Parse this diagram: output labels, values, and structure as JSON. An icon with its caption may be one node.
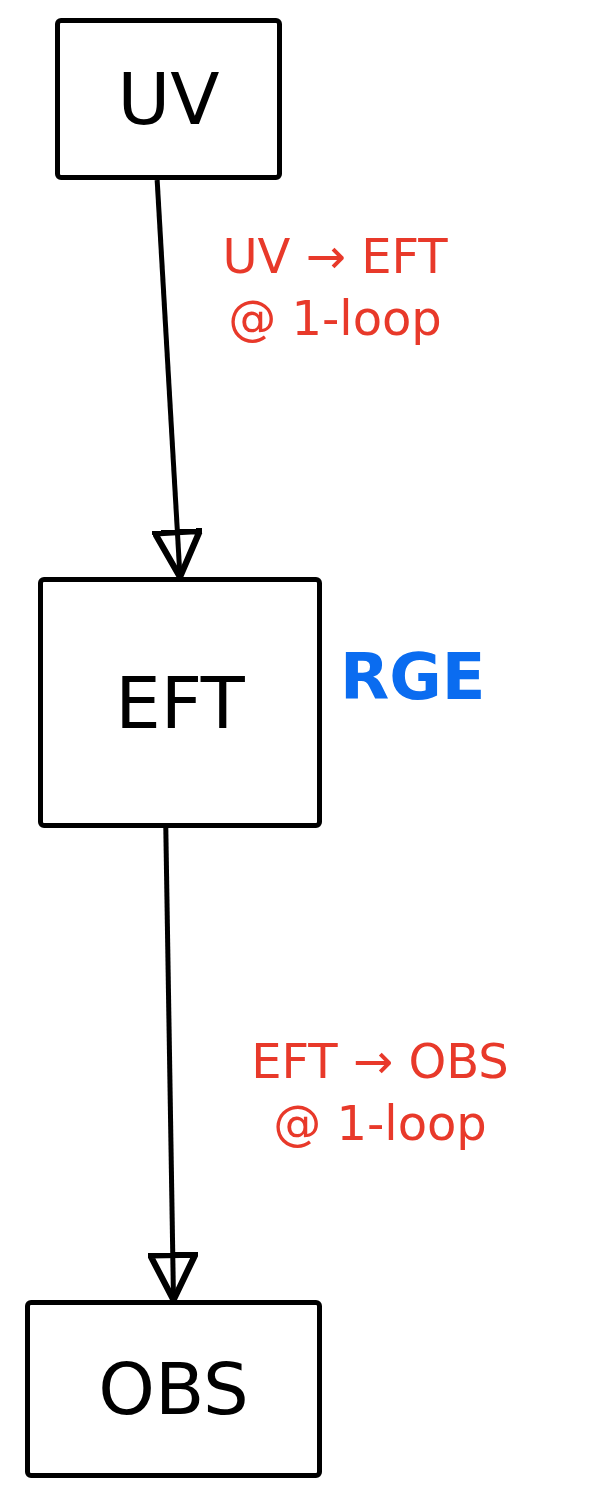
{
  "diagram": {
    "nodes": [
      {
        "text": [
          "UV"
        ]
      },
      {
        "text": [
          "EFT"
        ],
        "beside": [
          "RGE"
        ]
      },
      {
        "text": [
          "OBS"
        ]
      }
    ],
    "edges": [
      {
        "from": 0,
        "to": 1,
        "arrow": "to",
        "label": "UV → EFT @ 1-loop"
      },
      {
        "from": 1,
        "to": 2,
        "arrow": "to",
        "label": "EFT → OBS @ 1-loop"
      }
    ]
  }
}
